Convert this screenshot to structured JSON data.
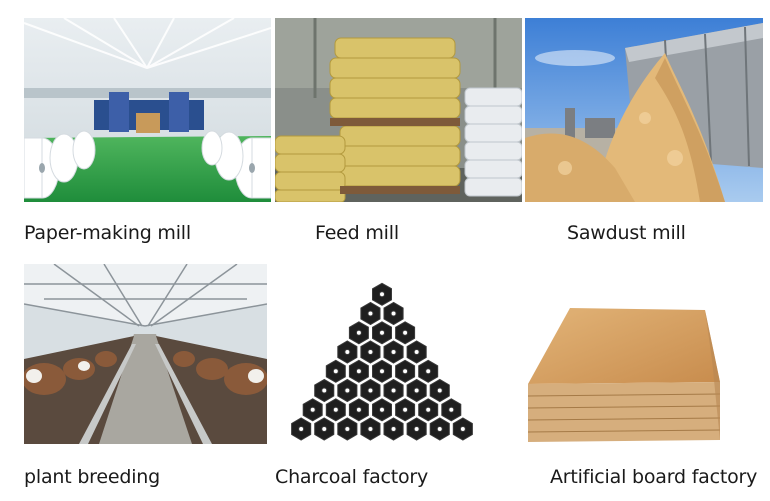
{
  "tiles": [
    {
      "id": "paper",
      "caption": "Paper-making mill"
    },
    {
      "id": "feed",
      "caption": "Feed mill"
    },
    {
      "id": "sawdust",
      "caption": "Sawdust mill"
    },
    {
      "id": "breeding",
      "caption": "plant breeding"
    },
    {
      "id": "charcoal",
      "caption": "Charcoal factory"
    },
    {
      "id": "board",
      "caption": "Artificial board factory"
    }
  ]
}
